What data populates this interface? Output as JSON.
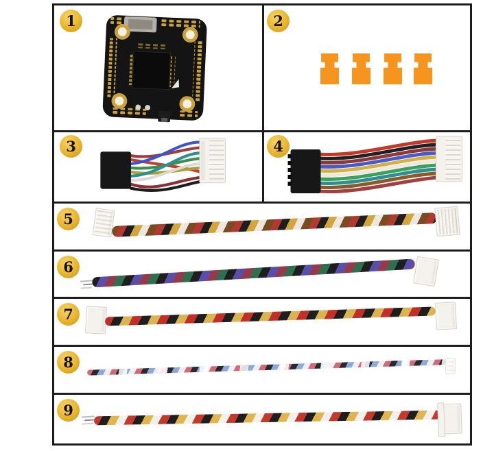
{
  "colors": {
    "page_bg": "#ffffff",
    "table_border": "#1c1c1c",
    "badge_fill": "#e8b42e",
    "badge_edge": "#c8921a",
    "badge_text": "#17120a",
    "damper_orange": "#f5941e",
    "connector_black": "#171717",
    "connector_white": "#f4f2ec",
    "connector_white_edge": "#d7d3c7"
  },
  "pcb": {
    "board": "#141414",
    "pad_gold": "#c9a23f",
    "hole_ring": "#c9a23f",
    "hole_center": "#f6efdd",
    "usb": "#b5b0a7",
    "usb_inner": "#8f8a81",
    "chip": "#0b0b0b",
    "silkscreen": "#e8e6e0"
  },
  "items": [
    {
      "number": "1",
      "name": "flight-controller-board"
    },
    {
      "number": "2",
      "name": "vibration-damper-grommets",
      "count": "4"
    },
    {
      "number": "3",
      "name": "multi-color-wire-harness",
      "wire_colors": [
        "#9a4040",
        "#c24038",
        "#4054c8",
        "#3f9050",
        "#a8a03c",
        "#2f8f8f",
        "#dedbd2",
        "#8a2f35",
        "#1c1c1c"
      ]
    },
    {
      "number": "4",
      "name": "multi-color-wire-harness",
      "wire_colors": [
        "#c0392b",
        "#231f20",
        "#8a3a3a",
        "#4a5bc8",
        "#d4b04a",
        "#efe9da",
        "#3f9f5f",
        "#2f8f8f",
        "#8a5a2a",
        "#a04040"
      ]
    },
    {
      "number": "5",
      "name": "twisted-wire-harness-two-connectors",
      "wire_colors": [
        "#7a4a22",
        "#b03a30",
        "#1e1e1e",
        "#d2a53e",
        "#ece8df"
      ]
    },
    {
      "number": "6",
      "name": "twisted-wire-harness-one-connector",
      "wire_colors": [
        "#1e1e1e",
        "#5a4fa8",
        "#96394a",
        "#2f6f4f"
      ]
    },
    {
      "number": "7",
      "name": "twisted-wire-harness-two-connectors",
      "wire_colors": [
        "#c03028",
        "#1e1e1e",
        "#d8b455"
      ]
    },
    {
      "number": "8",
      "name": "thin-twisted-signal-wire",
      "wire_colors": [
        "#d06a78",
        "#2a2a2e",
        "#8ea8d8",
        "#efeff2"
      ]
    },
    {
      "number": "9",
      "name": "twisted-wire-harness-one-connector",
      "wire_colors": [
        "#c23a2e",
        "#1e1e1e",
        "#e0b44e",
        "#f2f0ea"
      ]
    }
  ]
}
